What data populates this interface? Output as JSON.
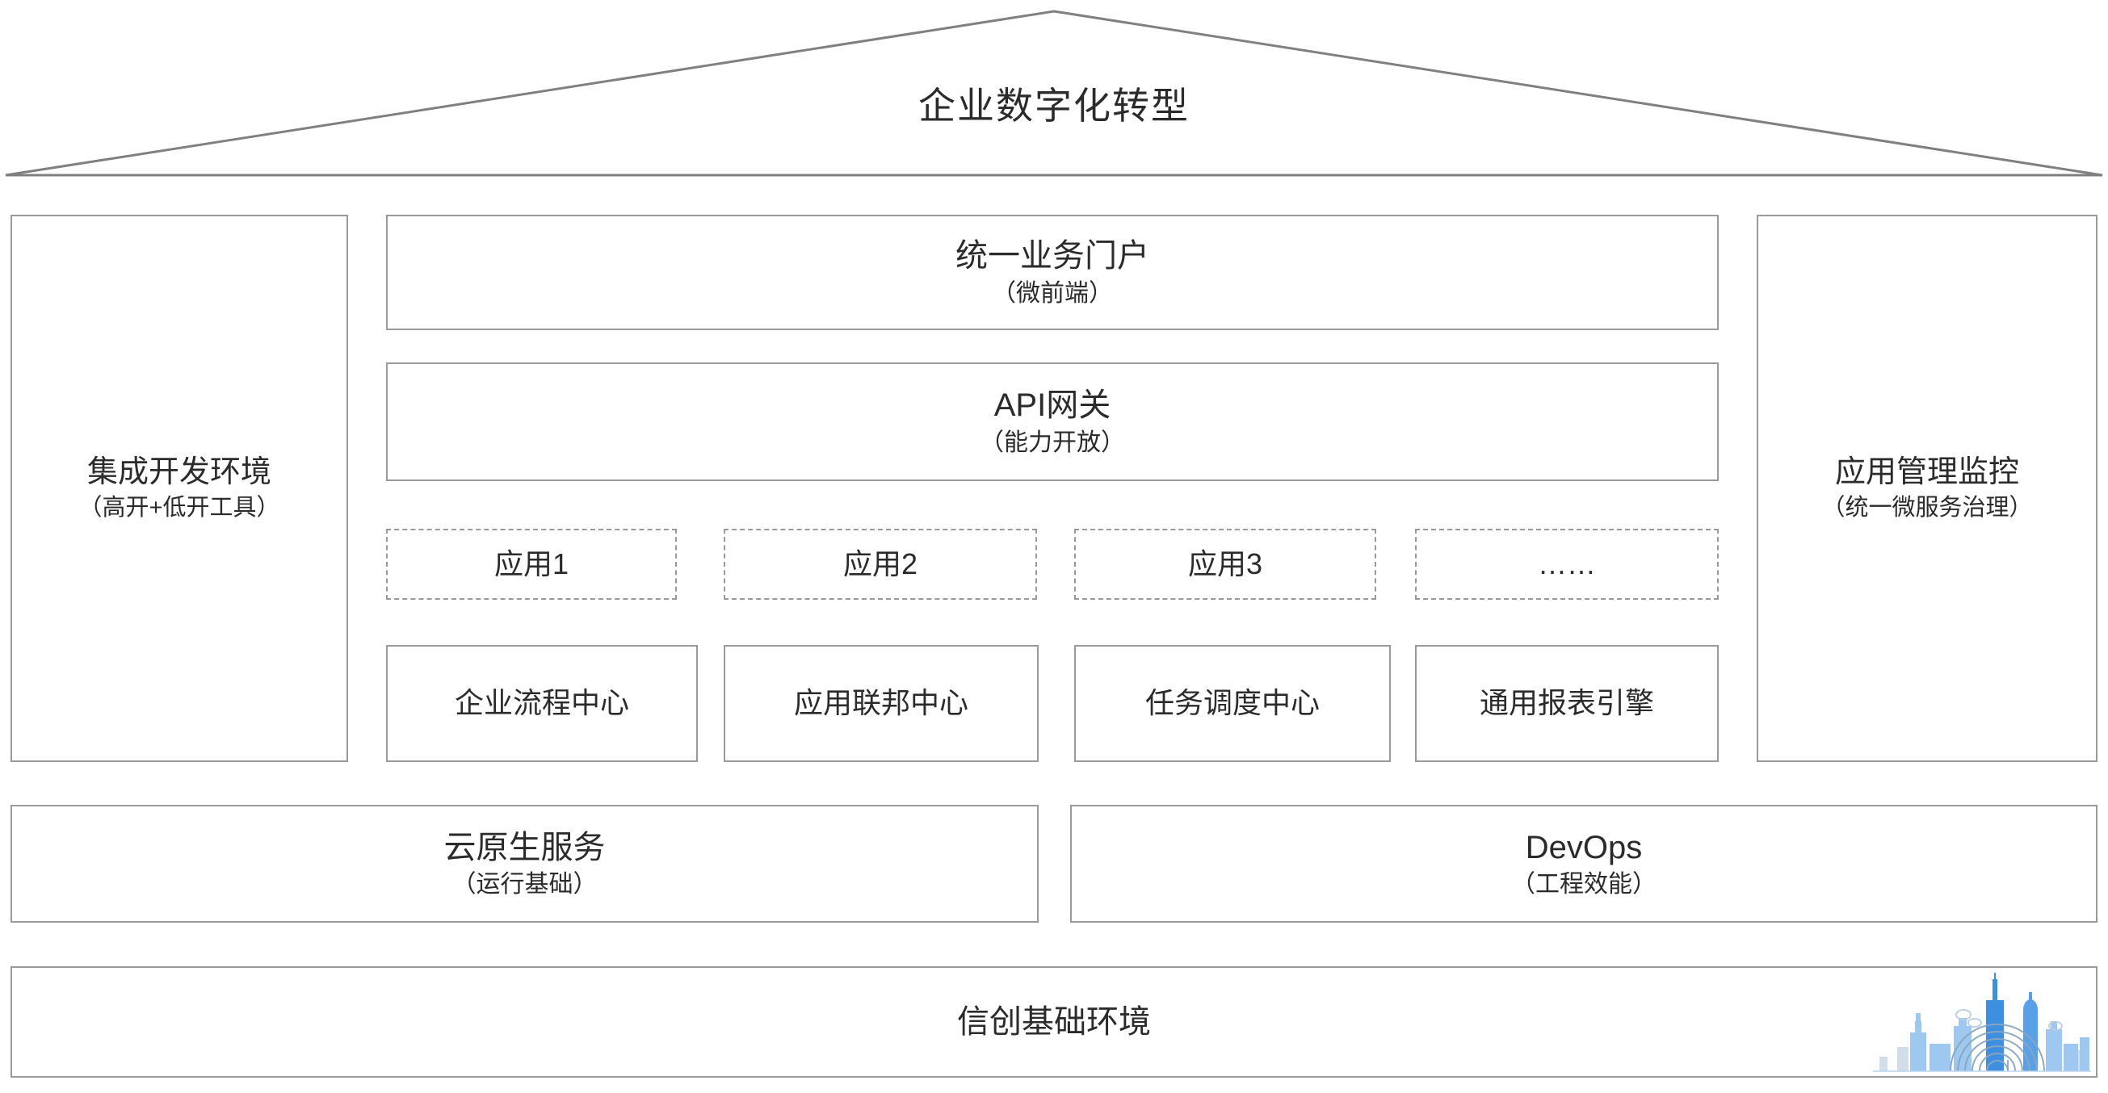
{
  "diagram": {
    "roof": {
      "title": "企业数字化转型"
    },
    "left_pillar": {
      "title": "集成开发环境",
      "subtitle": "（高开+低开工具）"
    },
    "right_pillar": {
      "title": "应用管理监控",
      "subtitle": "（统一微服务治理）"
    },
    "center": {
      "portal": {
        "title": "统一业务门户",
        "subtitle": "（微前端）"
      },
      "api_gateway": {
        "title": "API网关",
        "subtitle": "（能力开放）"
      },
      "applications": [
        {
          "label": "应用1"
        },
        {
          "label": "应用2"
        },
        {
          "label": "应用3"
        },
        {
          "label": "……"
        }
      ],
      "capability_centers": [
        {
          "label": "企业流程中心"
        },
        {
          "label": "应用联邦中心"
        },
        {
          "label": "任务调度中心"
        },
        {
          "label": "通用报表引擎"
        }
      ]
    },
    "platform_layer": [
      {
        "title": "云原生服务",
        "subtitle": "（运行基础）"
      },
      {
        "title": "DevOps",
        "subtitle": "（工程效能）"
      }
    ],
    "foundation": {
      "title": "信创基础环境",
      "artwork": "city-skyline-fingerprint-icon"
    },
    "colors": {
      "border": "#9a9a9a",
      "text": "#2b2b2b",
      "background": "#ffffff",
      "artwork_blue": "#3f8fe0",
      "artwork_blue_light": "#a9cdf2",
      "artwork_grey": "#9fb2c4"
    }
  }
}
